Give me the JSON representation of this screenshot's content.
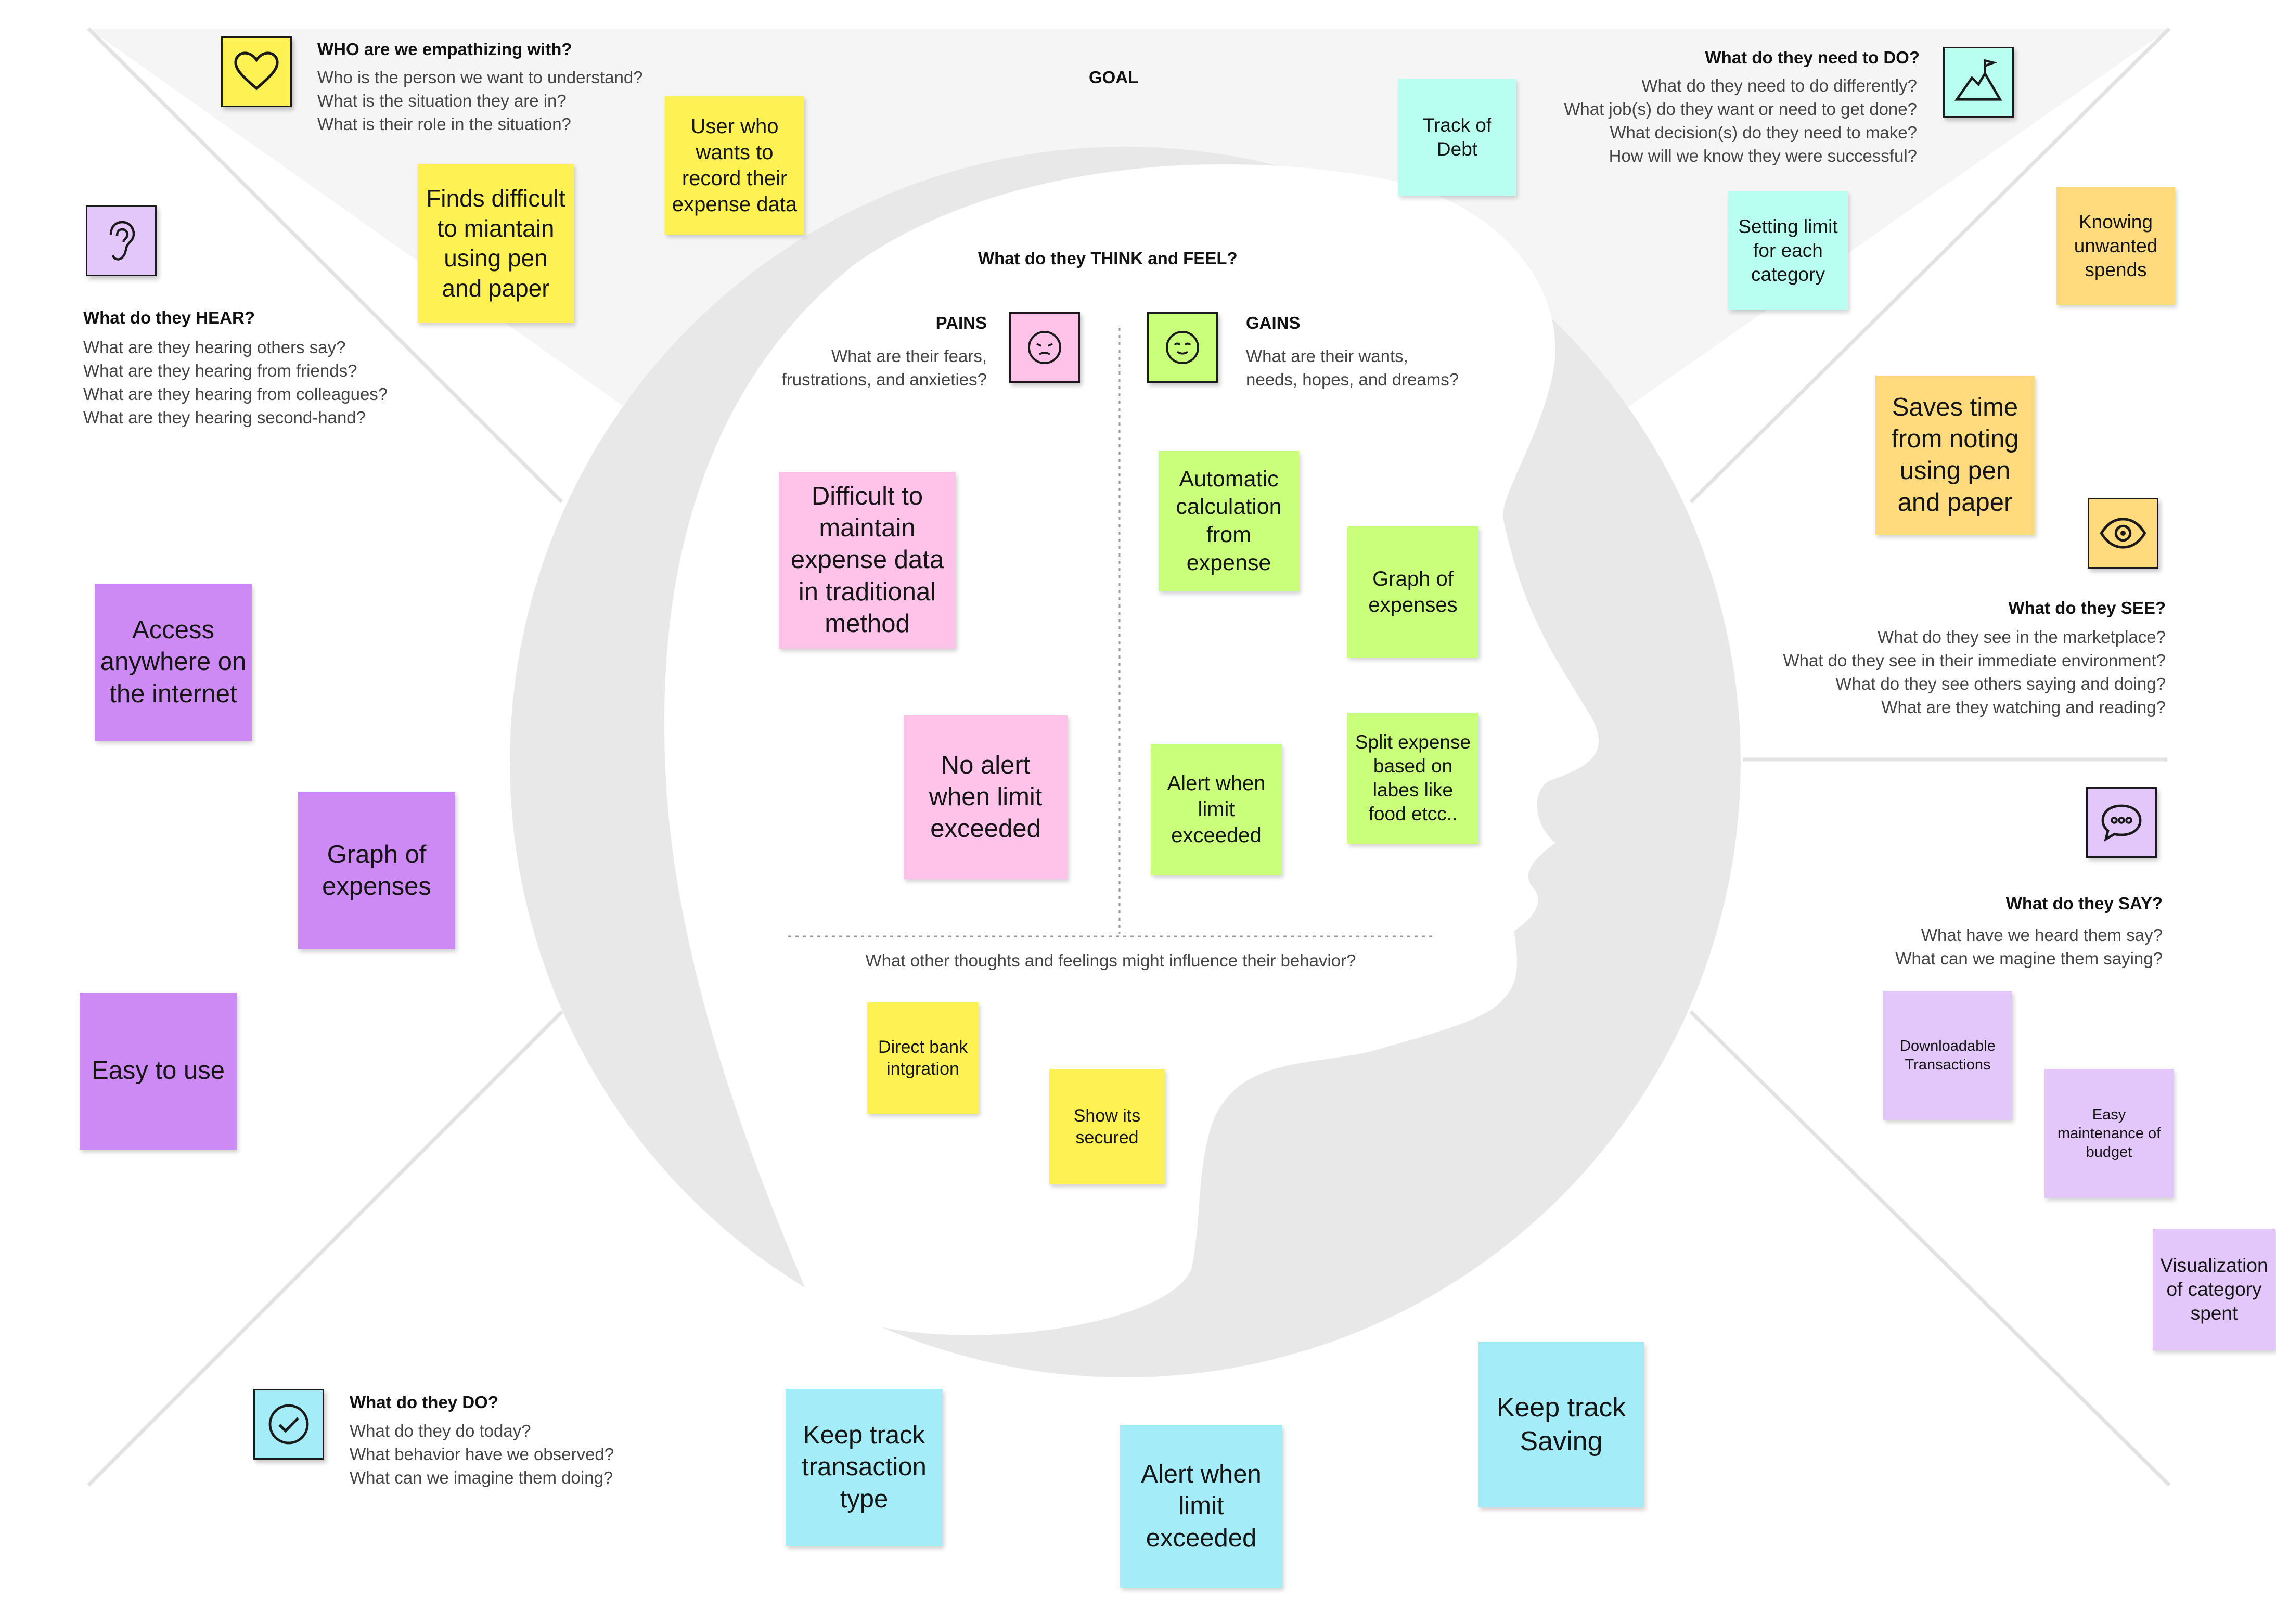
{
  "colors": {
    "yellow": "#fef153",
    "pink": "#ffc2e8",
    "green": "#c9ff7a",
    "cyan": "#a3ecf8",
    "teal": "#b9fff0",
    "orange": "#ffdb7e",
    "purple": "#cd8af4",
    "lavender": "#e3c6fa",
    "head": "#e8e8e8",
    "wedge": "#f5f5f5"
  },
  "icons": {
    "who": "heart-icon",
    "hear": "ear-icon",
    "goal": "mountain-flag-icon",
    "see": "eye-icon",
    "say": "speech-bubble-icon",
    "do": "check-circle-icon",
    "pains": "sad-face-icon",
    "gains": "happy-face-icon"
  },
  "goal": {
    "label": "GOAL"
  },
  "who": {
    "title": "WHO are we empathizing with?",
    "lines": [
      "Who is the person we want to understand?",
      "What is the situation they are in?",
      "What is their role in the situation?"
    ],
    "notes": [
      "User who wants to record their expense data",
      "Finds difficult to miantain using pen and paper"
    ]
  },
  "need": {
    "title": "What do they need to DO?",
    "lines": [
      "What do they need to do differently?",
      "What job(s) do they want or need to get done?",
      "What decision(s) do they need to make?",
      "How will we know they were successful?"
    ],
    "notes": [
      "Track of Debt",
      "Setting limit for each category",
      "Knowing unwanted spends"
    ]
  },
  "hear": {
    "title": "What do they HEAR?",
    "lines": [
      "What are they hearing others say?",
      "What are they hearing from friends?",
      "What are they hearing from colleagues?",
      "What are they hearing second-hand?"
    ],
    "notes": [
      "Access anywhere on the internet",
      "Graph of expenses",
      "Easy to use"
    ]
  },
  "think": {
    "title": "What do they THINK and FEEL?",
    "pains_title": "PAINS",
    "pains_lines": [
      "What are their fears,",
      "frustrations, and anxieties?"
    ],
    "gains_title": "GAINS",
    "gains_lines": [
      "What are their wants,",
      "needs, hopes, and dreams?"
    ],
    "pains_notes": [
      "Difficult to maintain expense data in traditional method",
      "No alert when limit exceeded"
    ],
    "gains_notes": [
      "Automatic calculation from expense",
      "Graph of expenses",
      "Alert when limit exceeded",
      "Split expense based on labes like food etcc.."
    ],
    "other_question": "What other thoughts and feelings might influence their behavior?",
    "other_notes": [
      "Direct bank intgration",
      "Show its secured"
    ]
  },
  "see": {
    "title": "What do they SEE?",
    "lines": [
      "What do they see in the marketplace?",
      "What do they see in their immediate environment?",
      "What do they see others saying and doing?",
      "What are they watching and reading?"
    ],
    "notes": [
      "Saves time from noting using pen and paper"
    ]
  },
  "say": {
    "title": "What do they SAY?",
    "lines": [
      "What have we heard them say?",
      "What can we magine them saying?"
    ],
    "notes": [
      "Downloadable Transactions",
      "Easy maintenance of budget",
      "Visualization of category spent"
    ]
  },
  "do": {
    "title": "What do they DO?",
    "lines": [
      "What do they do today?",
      "What behavior have we observed?",
      "What can we imagine them doing?"
    ],
    "notes": [
      "Keep track transaction type",
      "Alert when limit exceeded",
      "Keep track Saving"
    ]
  }
}
